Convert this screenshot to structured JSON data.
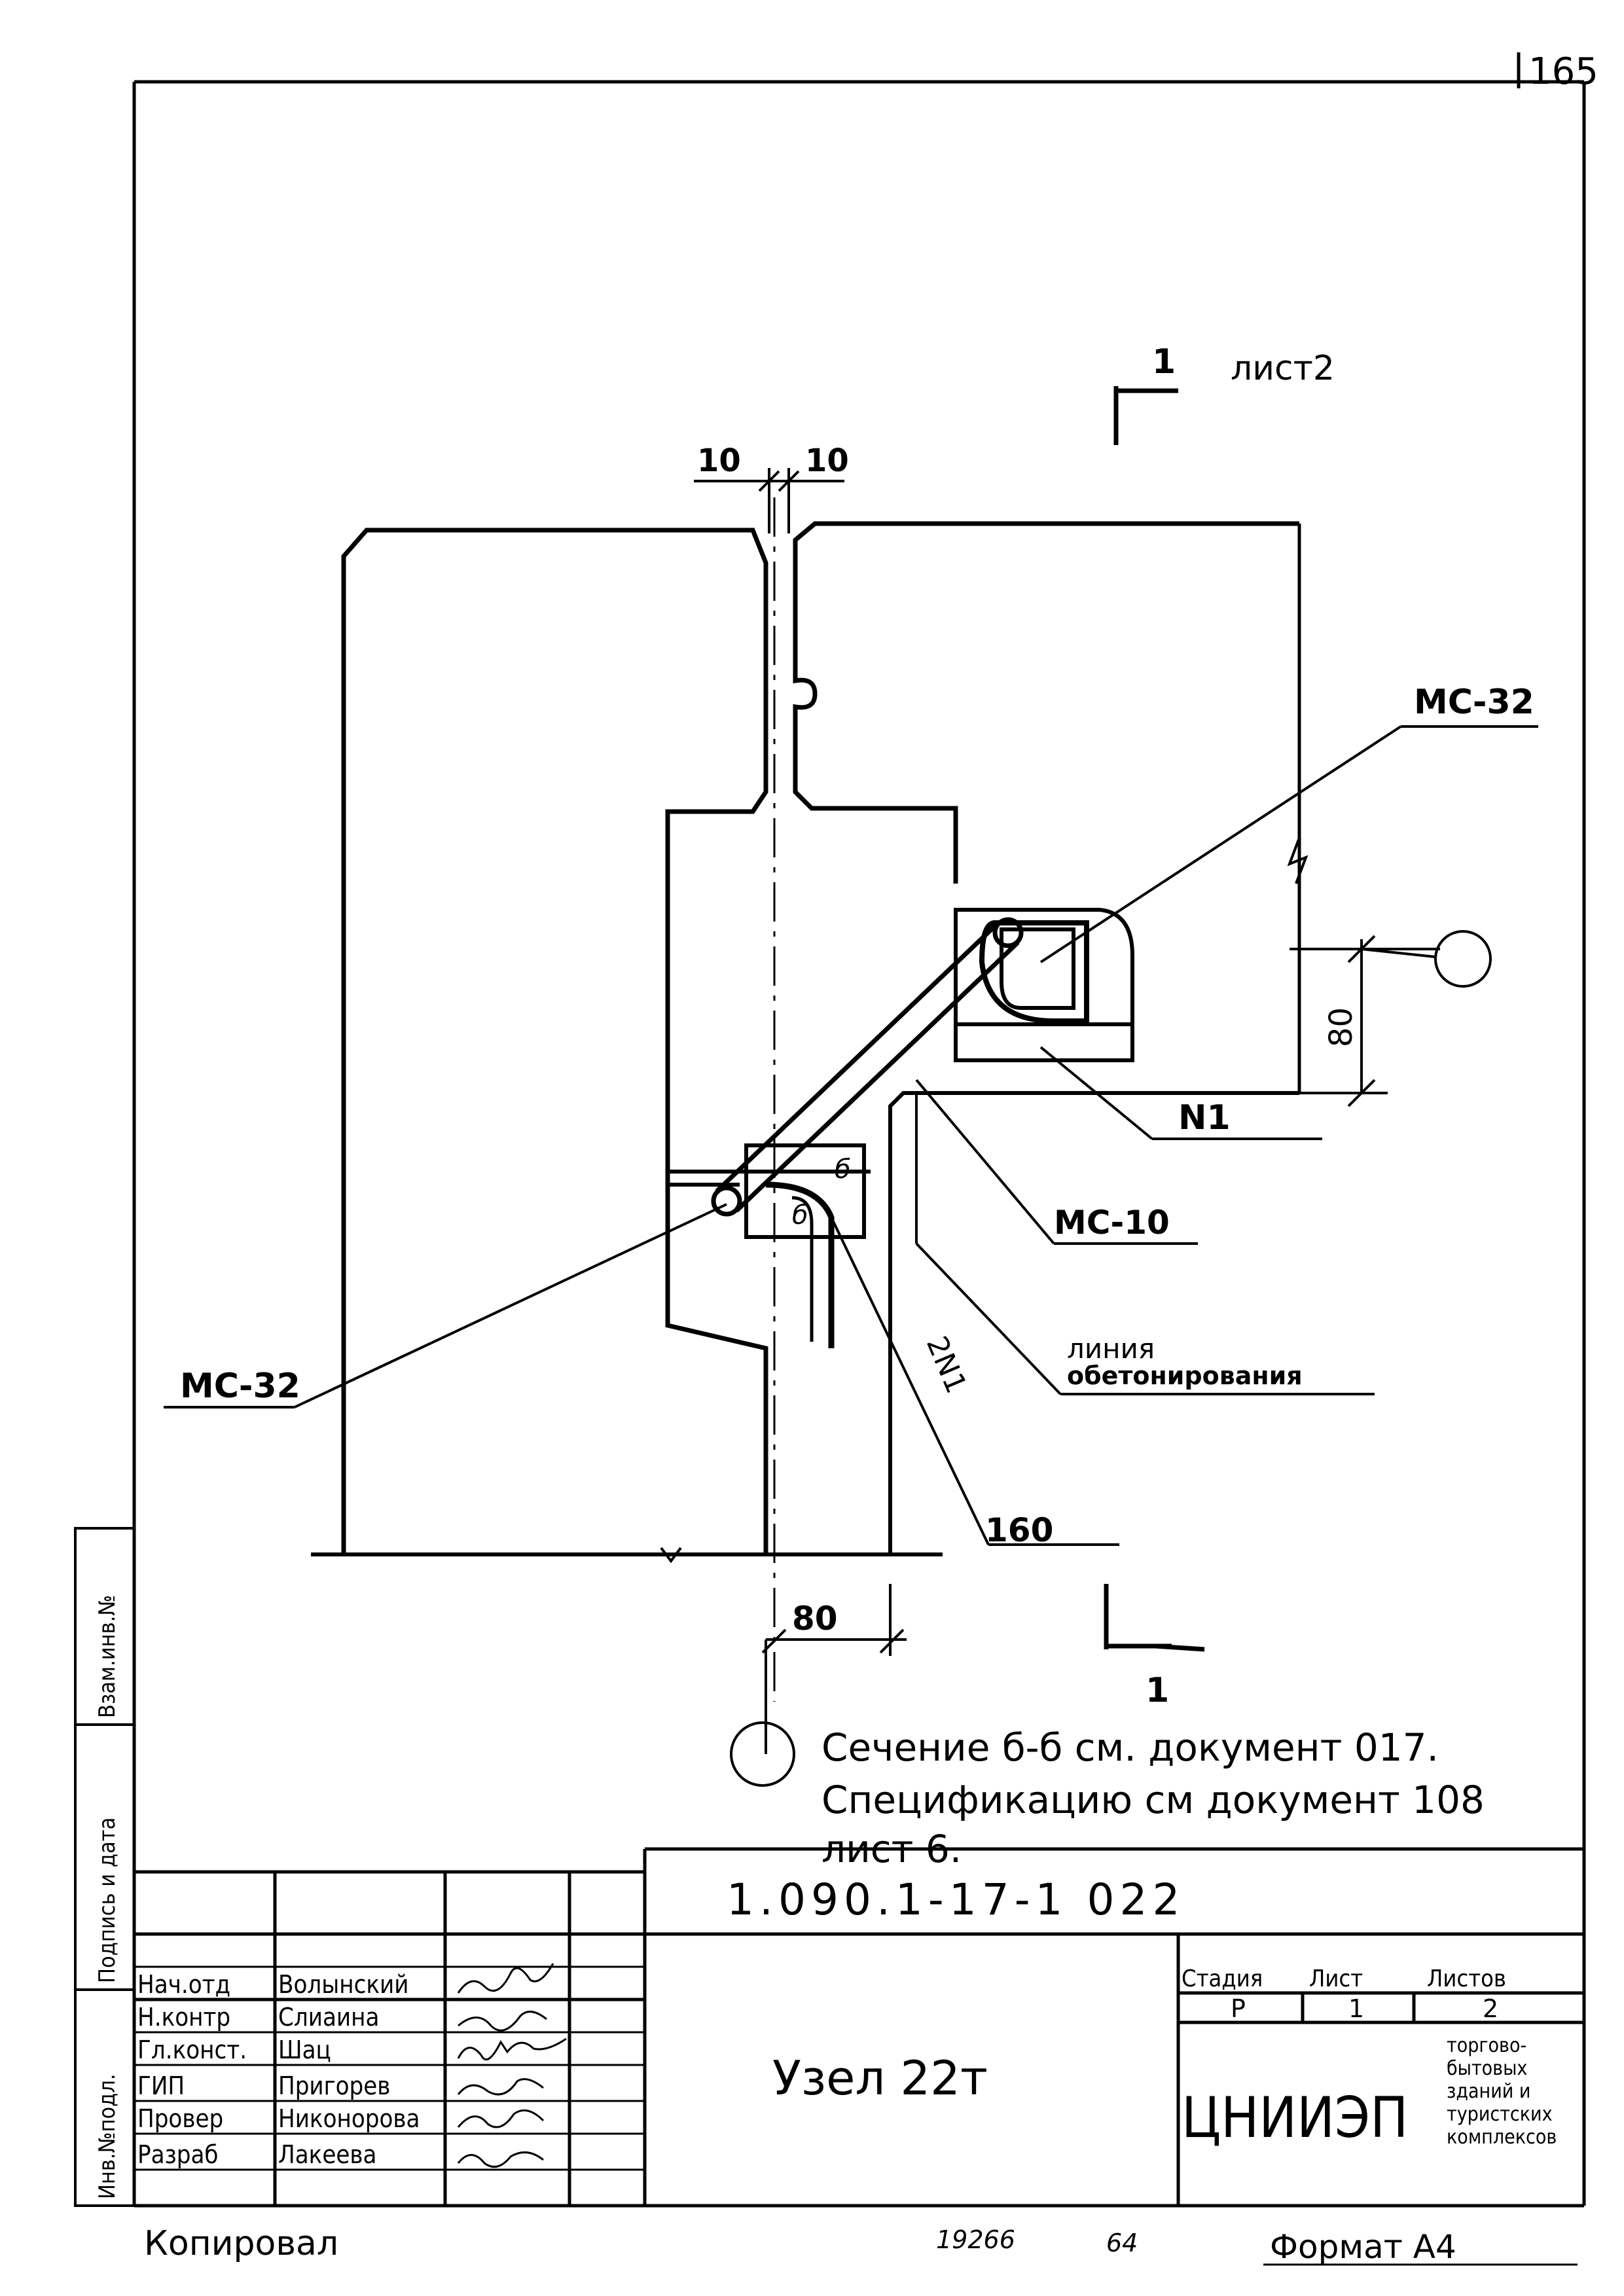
{
  "page_number": "165",
  "section_mark": {
    "number_top": "1",
    "sheet_ref": "лист2",
    "number_bottom": "1"
  },
  "dimensions": {
    "gap_left": "10",
    "gap_right": "10",
    "dim_80_right": "80",
    "dim_80_bottom": "80",
    "angle_label": "160"
  },
  "labels": {
    "mc32_top": "МС-32",
    "mc32_left": "МС-32",
    "n1": "N1",
    "mc10": "МС-10",
    "two_n1": "2N1",
    "concrete_line_1": "линия",
    "concrete_line_2": "обетонирования",
    "section_b": "б"
  },
  "notes": [
    "Сечение б-б см. документ 017.",
    "Спецификацию см документ 108",
    "лист 6."
  ],
  "side_stamp": [
    "Инв.№подл.",
    "Подпись и дата",
    "Взам.инв.№"
  ],
  "title_block": {
    "doc_code": "1.090.1-17-1 022",
    "title": "Узел 22т",
    "stage_header": "Стадия",
    "sheet_header": "Лист",
    "sheets_header": "Листов",
    "stage": "Р",
    "sheet": "1",
    "sheets": "2",
    "org": "ЦНИИЭП",
    "org_desc": [
      "торгово-",
      "бытовых",
      "зданий и",
      "туристских",
      "комплексов"
    ],
    "roles": [
      {
        "role": "Нач.отд",
        "name": "Волынский"
      },
      {
        "role": "Н.контр",
        "name": "Слиаина"
      },
      {
        "role": "Гл.конст.",
        "name": "Шац"
      },
      {
        "role": "ГИП",
        "name": "Пригорев"
      },
      {
        "role": "Провер",
        "name": "Никонорова"
      },
      {
        "role": "Разраб",
        "name": "Лакеева"
      }
    ]
  },
  "footer": {
    "copied": "Копировал",
    "num1": "19266",
    "num2": "64",
    "format": "Формат А4"
  }
}
